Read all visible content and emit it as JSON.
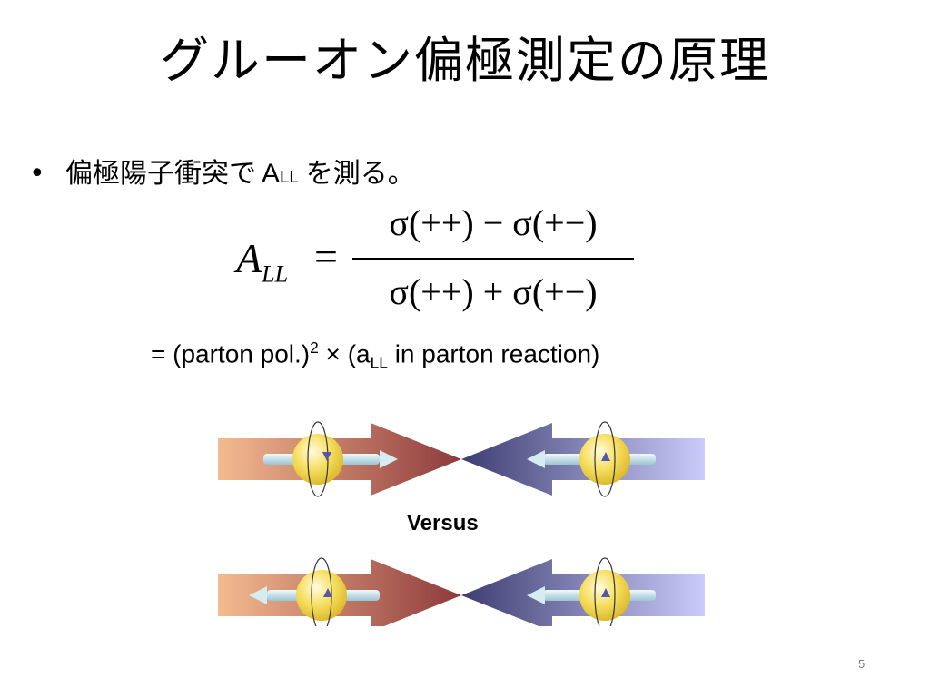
{
  "slide": {
    "title": "グルーオン偏極測定の原理",
    "bullet": {
      "marker": "•",
      "text_before": "偏極陽子衝突で",
      "symbol": "A",
      "symbol_sub": "LL",
      "text_after": "を測る。"
    },
    "formula": {
      "lhs": "A",
      "lhs_sub": "LL",
      "equals": "=",
      "numerator": "σ(++) − σ(+−)",
      "denominator": "σ(++) + σ(+−)"
    },
    "relation": {
      "prefix": "= (parton pol.)",
      "exponent": "2",
      "times": "×",
      "paren_open": "(a",
      "sub": "LL",
      "suffix": "in parton reaction)"
    },
    "versus_label": "Versus",
    "page_number": "5"
  },
  "colors": {
    "left_arrow": "#8e3a3c",
    "right_arrow": "#3d3d72",
    "left_fade": "#f2b48a",
    "right_fade": "#c8c8f8",
    "sphere": "#f2d84c",
    "spin_arrow": "#cfe6ee"
  }
}
